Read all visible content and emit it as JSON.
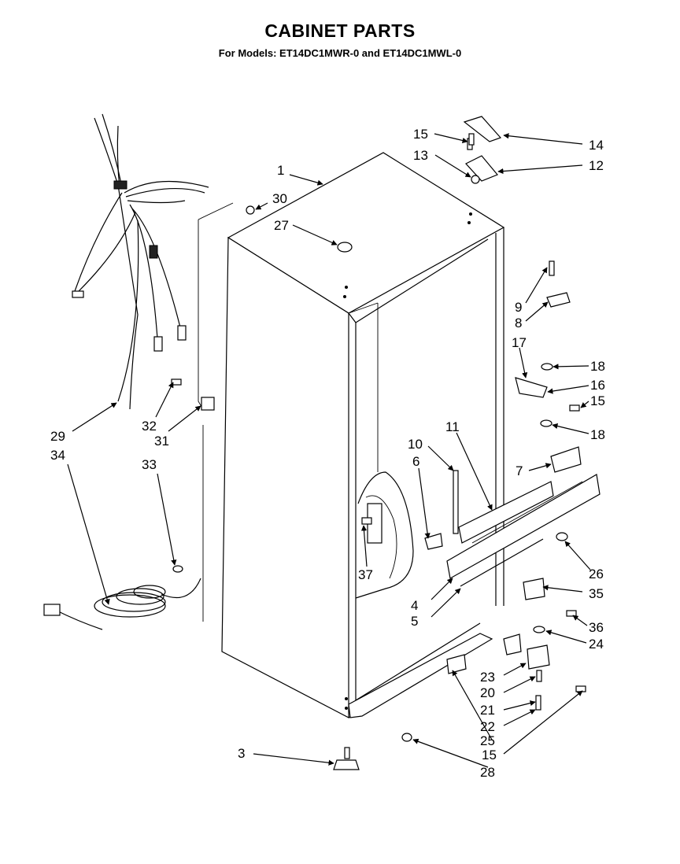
{
  "header": {
    "title": "CABINET PARTS",
    "subtitle": "For Models: ET14DC1MWR-0   and ET14DC1MWL-0"
  },
  "callouts": [
    "1",
    "3",
    "4",
    "5",
    "6",
    "7",
    "8",
    "9",
    "10",
    "11",
    "12",
    "13",
    "14",
    "15",
    "15",
    "15",
    "16",
    "17",
    "18",
    "18",
    "20",
    "21",
    "22",
    "23",
    "24",
    "25",
    "26",
    "27",
    "28",
    "29",
    "30",
    "31",
    "32",
    "33",
    "34",
    "35",
    "36",
    "37"
  ]
}
